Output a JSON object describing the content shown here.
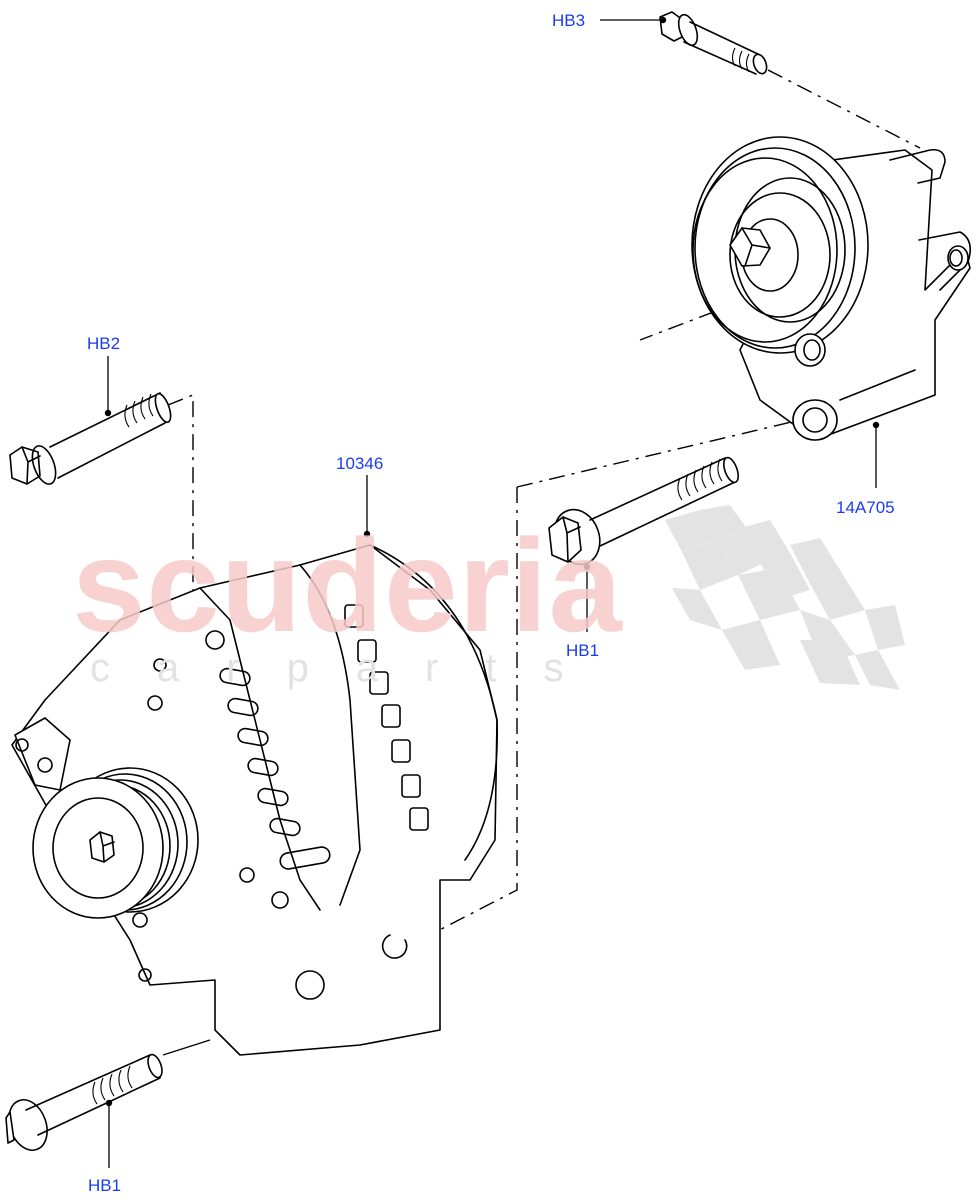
{
  "diagram": {
    "subject": "Alternator and mounting bracket exploded view",
    "callouts": [
      {
        "id": "HB3",
        "label": "HB3",
        "part": "bolt-top-right"
      },
      {
        "id": "HB2",
        "label": "HB2",
        "part": "bolt-upper-left"
      },
      {
        "id": "10346",
        "label": "10346",
        "part": "alternator"
      },
      {
        "id": "14A705",
        "label": "14A705",
        "part": "idler-pulley-bracket"
      },
      {
        "id": "HB1_upper",
        "label": "HB1",
        "part": "bolt-middle"
      },
      {
        "id": "HB1_lower",
        "label": "HB1",
        "part": "bolt-bottom-left"
      }
    ],
    "label_color": "#1a3cf0"
  },
  "watermark": {
    "brand": "scuderia",
    "tagline": "carparts",
    "brand_color": "#f7c9c9",
    "checker_color": "#e0e0e0"
  }
}
